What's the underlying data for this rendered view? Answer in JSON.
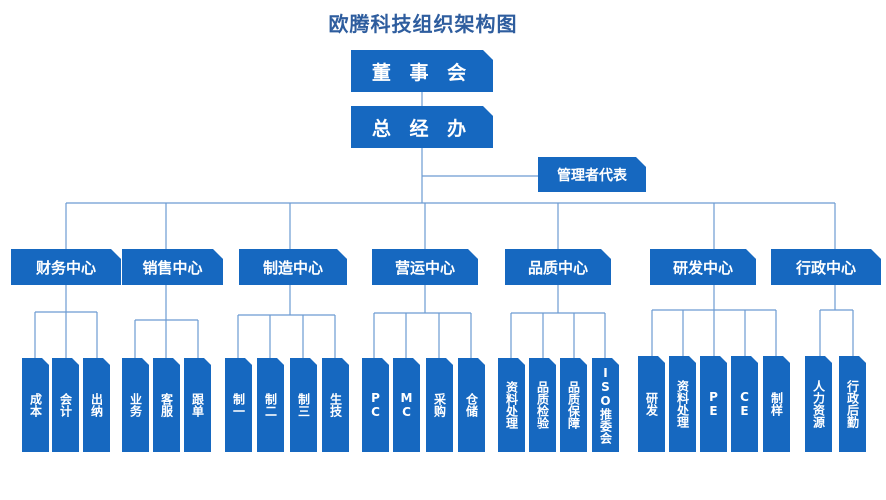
{
  "title": "欧腾科技组织架构图",
  "board": "董 事 会",
  "gm": "总 经 办",
  "rep": "管理者代表",
  "centers": [
    {
      "label": "财务中心",
      "leaves": [
        "成本",
        "会计",
        "出纳"
      ]
    },
    {
      "label": "销售中心",
      "leaves": [
        "业务",
        "客服",
        "跟单"
      ]
    },
    {
      "label": "制造中心",
      "leaves": [
        "制一",
        "制二",
        "制三",
        "生技"
      ]
    },
    {
      "label": "营运中心",
      "leaves": [
        "PC",
        "MC",
        "采购",
        "仓储"
      ]
    },
    {
      "label": "品质中心",
      "leaves": [
        "资料\n处理",
        "品质\n检验",
        "品质\n保障",
        "ISO\n推委会"
      ]
    },
    {
      "label": "研发中心",
      "leaves": [
        "研发",
        "资料\n处理",
        "PE",
        "CE",
        "制样"
      ]
    },
    {
      "label": "行政中心",
      "leaves": [
        "人力\n资源",
        "行政\n后勤"
      ]
    }
  ]
}
